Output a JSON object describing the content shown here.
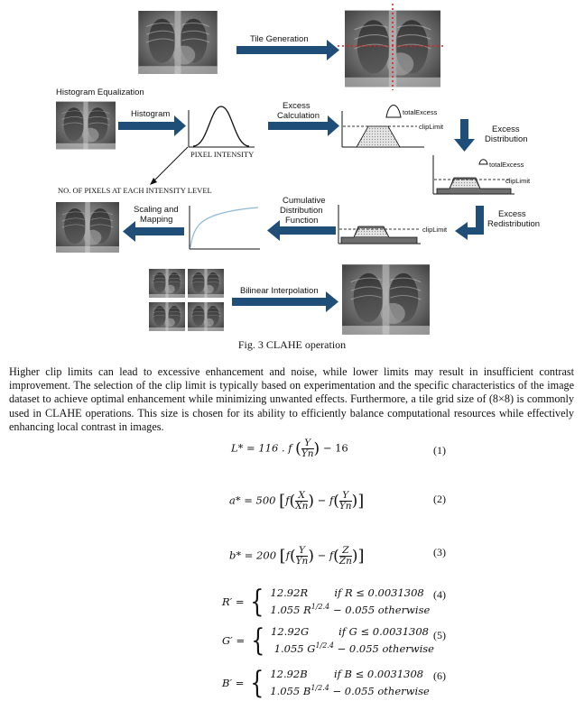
{
  "figure": {
    "labels": {
      "tile_generation": "Tile Generation",
      "histogram_equalization": "Histogram Equalization",
      "histogram": "Histogram",
      "pixel_intensity": "PIXEL INTENSITY",
      "no_of_pixels": "NO. OF PIXELS AT EACH INTENSITY LEVEL",
      "excess_calculation_1": "Excess",
      "excess_calculation_2": "Calculation",
      "total_excess": "totalExcess",
      "clip_limit": "clipLimit",
      "excess_distribution_1": "Excess",
      "excess_distribution_2": "Distribution",
      "excess_redistribution_1": "Excess",
      "excess_redistribution_2": "Redistribution",
      "cdf_1": "Cumulative",
      "cdf_2": "Distribution",
      "cdf_3": "Function",
      "scaling_1": "Scaling and",
      "scaling_2": "Mapping",
      "bilinear": "Bilinear Interpolation"
    },
    "caption": "Fig. 3 CLAHE operation"
  },
  "paragraph": "Higher clip limits can lead to excessive enhancement and noise, while lower limits may result in insufficient contrast improvement. The selection of the clip limit is typically based on experimentation and the specific characteristics of the image dataset to achieve optimal enhancement while minimizing unwanted effects. Furthermore, a tile grid size of (8×8) is commonly used in CLAHE operations. This size is chosen for its ability to efficiently balance computational resources while effectively enhancing local contrast in images.",
  "equations": {
    "eq1": {
      "lhs": "L* = 116 . f",
      "num": "Y",
      "den": "Yn",
      "tail": "− 16",
      "number": "(1)"
    },
    "eq2": {
      "lhs": "a* = 500",
      "num1": "X",
      "den1": "Xn",
      "num2": "Y",
      "den2": "Yn",
      "number": "(2)"
    },
    "eq3": {
      "lhs": "b* = 200",
      "num1": "Y",
      "den1": "Yn",
      "num2": "Z",
      "den2": "Zn",
      "number": "(3)"
    },
    "eq4": {
      "lhs": "R′ =",
      "line1a": "12.92R",
      "line1b": "if R ≤ 0.0031308",
      "line2a": "1.055 R",
      "line2exp": "1/2.4",
      "line2b": "− 0.055 otherwise",
      "number": "(4)"
    },
    "eq5": {
      "lhs": "G′ =",
      "line1a": "12.92G",
      "line1b": "if G ≤ 0.0031308",
      "line2a": "1.055 G",
      "line2exp": "1/2.4",
      "line2b": "− 0.055 otherwise",
      "number": "(5)"
    },
    "eq6": {
      "lhs": "B′ =",
      "line1a": "12.92B",
      "line1b": "if B ≤ 0.0031308",
      "line2a": "1.055 B",
      "line2exp": "1/2.4",
      "line2b": "− 0.055 otherwise",
      "number": "(6)"
    }
  },
  "colors": {
    "arrow": "#1f4e79",
    "clip_line": "#333333",
    "tile_grid": "#e02020",
    "cdf_curve": "#8fb8d8"
  }
}
